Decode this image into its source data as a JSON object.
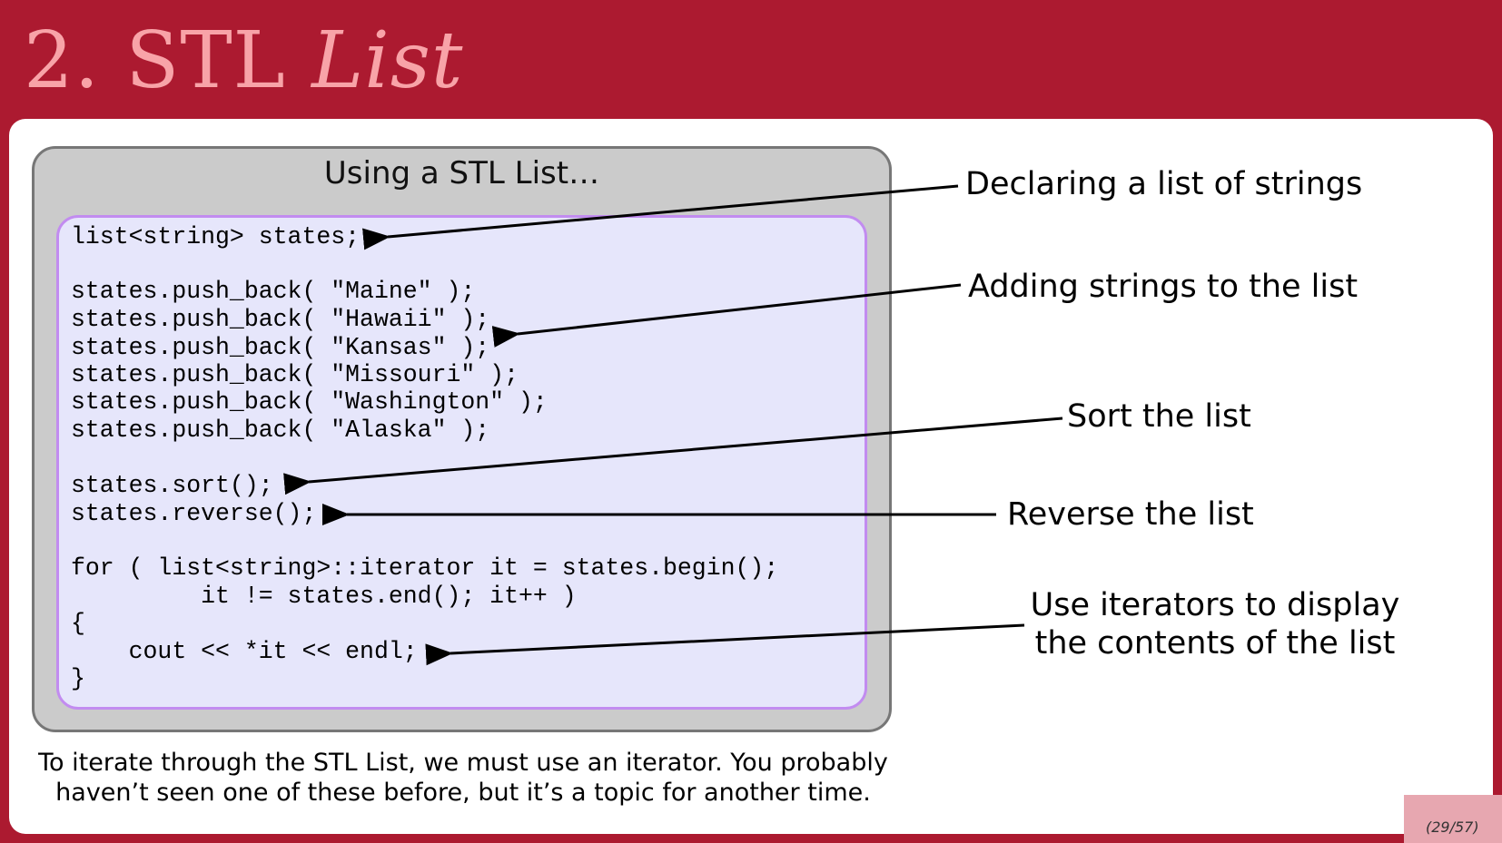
{
  "slide": {
    "title_number": "2.",
    "title_plain": "STL",
    "title_italic": "List",
    "page_number": "(29/57)"
  },
  "box": {
    "heading": "Using a STL List…"
  },
  "code": {
    "line_1": "list<string> states;",
    "line_2": "states.push_back( \"Maine\" );",
    "line_3": "states.push_back( \"Hawaii\" );",
    "line_4": "states.push_back( \"Kansas\" );",
    "line_5": "states.push_back( \"Missouri\" );",
    "line_6": "states.push_back( \"Washington\" );",
    "line_7": "states.push_back( \"Alaska\" );",
    "line_8": "states.sort();",
    "line_9": "states.reverse();",
    "line_10": "for ( list<string>::iterator it = states.begin();",
    "line_11": "         it != states.end(); it++ )",
    "line_12": "{",
    "line_13": "    cout << *it << endl;",
    "line_14": "}"
  },
  "annotations": {
    "declare": "Declaring a list of strings",
    "add": "Adding strings to the list",
    "sort": "Sort the list",
    "reverse": "Reverse the list",
    "iterate_line1": "Use iterators to display",
    "iterate_line2": "the contents of the list"
  },
  "caption": {
    "line1": "To iterate through the STL List, we must use an iterator. You probably",
    "line2": "haven’t seen one of these before, but it’s a topic for another time."
  },
  "colors": {
    "header_background": "#ac1a30",
    "title_text": "#f8a3a8",
    "outer_box": "#cbcbcb",
    "code_box": "#e6e6fb",
    "code_box_border": "#c28cf0"
  }
}
